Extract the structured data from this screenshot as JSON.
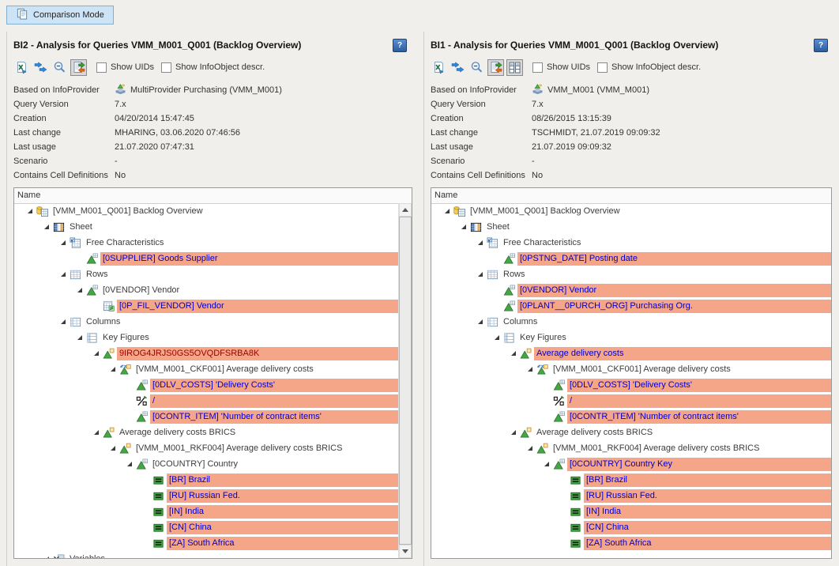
{
  "comparison_mode_label": "Comparison Mode",
  "help_label": "?",
  "colors": {
    "highlight": "#f6a688",
    "blue_text": "#0000cc",
    "red_text": "#a00000",
    "button_blue": "#cde3f6"
  },
  "panels": [
    {
      "system": "BI2",
      "title": "BI2 - Analysis for Queries VMM_M001_Q001 (Backlog Overview)",
      "toolbar": {
        "buttons": [
          {
            "name": "export-to-excel",
            "icon": "excel",
            "pressed": false
          },
          {
            "name": "transfer",
            "icon": "swap",
            "pressed": false
          },
          {
            "name": "detail-search",
            "icon": "magnifier",
            "pressed": false
          },
          {
            "name": "comparison",
            "icon": "compare",
            "pressed": true
          }
        ],
        "show_uids_label": "Show UIDs",
        "show_infoobject_label": "Show InfoObject descr."
      },
      "info": [
        {
          "label": "Based on InfoProvider",
          "value": "MultiProvider Purchasing (VMM_M001)",
          "icon": "infoprovider"
        },
        {
          "label": "Query Version",
          "value": "7.x"
        },
        {
          "label": "Creation",
          "value": "04/20/2014 15:47:45"
        },
        {
          "label": "Last change",
          "value": "MHARING, 03.06.2020 07:46:56"
        },
        {
          "label": "Last usage",
          "value": "21.07.2020 07:47:31"
        },
        {
          "label": "Scenario",
          "value": "-"
        },
        {
          "label": "Contains Cell Definitions",
          "value": "No"
        }
      ],
      "tree": {
        "header": "Name",
        "has_scrollbar": true,
        "rows": [
          {
            "level": 0,
            "expanded": true,
            "icon": "query",
            "text": "[VMM_M001_Q001] Backlog Overview",
            "highlight": false,
            "color": "normal"
          },
          {
            "level": 1,
            "expanded": true,
            "icon": "sheet",
            "text": "Sheet",
            "highlight": false,
            "color": "normal"
          },
          {
            "level": 2,
            "expanded": true,
            "icon": "freechar",
            "text": "Free Characteristics",
            "highlight": false,
            "color": "normal"
          },
          {
            "level": 3,
            "expanded": false,
            "icon": "char",
            "text": "[0SUPPLIER] Goods Supplier",
            "highlight": true,
            "color": "blue"
          },
          {
            "level": 2,
            "expanded": true,
            "icon": "rows",
            "text": "Rows",
            "highlight": false,
            "color": "normal"
          },
          {
            "level": 3,
            "expanded": true,
            "icon": "char",
            "text": "[0VENDOR] Vendor",
            "highlight": false,
            "color": "normal"
          },
          {
            "level": 4,
            "expanded": false,
            "icon": "variable",
            "text": "[0P_FIL_VENDOR] Vendor",
            "highlight": true,
            "color": "blue"
          },
          {
            "level": 2,
            "expanded": true,
            "icon": "columns",
            "text": "Columns",
            "highlight": false,
            "color": "normal"
          },
          {
            "level": 3,
            "expanded": true,
            "icon": "keyfigures",
            "text": "Key Figures",
            "highlight": false,
            "color": "normal"
          },
          {
            "level": 4,
            "expanded": true,
            "icon": "structure",
            "text": "9IROG4JRJS0GS5OVQDFSRBA8K",
            "highlight": true,
            "color": "red"
          },
          {
            "level": 5,
            "expanded": true,
            "icon": "formula",
            "text": "[VMM_M001_CKF001] Average delivery costs",
            "highlight": false,
            "color": "normal"
          },
          {
            "level": 6,
            "expanded": false,
            "icon": "kf",
            "text": "[0DLV_COSTS] 'Delivery Costs'",
            "highlight": true,
            "color": "blue"
          },
          {
            "level": 6,
            "expanded": false,
            "icon": "operator",
            "text": "/",
            "highlight": true,
            "color": "blue"
          },
          {
            "level": 6,
            "expanded": false,
            "icon": "kf",
            "text": "[0CONTR_ITEM] 'Number of contract items'",
            "highlight": true,
            "color": "blue"
          },
          {
            "level": 4,
            "expanded": true,
            "icon": "structure",
            "text": "Average delivery costs BRICS",
            "highlight": false,
            "color": "normal"
          },
          {
            "level": 5,
            "expanded": true,
            "icon": "structure",
            "text": "[VMM_M001_RKF004] Average delivery costs BRICS",
            "highlight": false,
            "color": "normal"
          },
          {
            "level": 6,
            "expanded": true,
            "icon": "kf",
            "text": "[0COUNTRY] Country",
            "highlight": false,
            "color": "normal"
          },
          {
            "level": 7,
            "expanded": false,
            "icon": "value",
            "text": "[BR] Brazil",
            "highlight": true,
            "color": "blue"
          },
          {
            "level": 7,
            "expanded": false,
            "icon": "value",
            "text": "[RU] Russian Fed.",
            "highlight": true,
            "color": "blue"
          },
          {
            "level": 7,
            "expanded": false,
            "icon": "value",
            "text": "[IN] India",
            "highlight": true,
            "color": "blue"
          },
          {
            "level": 7,
            "expanded": false,
            "icon": "value",
            "text": "[CN] China",
            "highlight": true,
            "color": "blue"
          },
          {
            "level": 7,
            "expanded": false,
            "icon": "value",
            "text": "[ZA] South Africa",
            "highlight": true,
            "color": "blue"
          },
          {
            "level": 1,
            "expanded": true,
            "icon": "variables",
            "text": "Variables",
            "highlight": false,
            "color": "normal"
          }
        ]
      }
    },
    {
      "system": "BI1",
      "title": "BI1 - Analysis for Queries VMM_M001_Q001 (Backlog Overview)",
      "toolbar": {
        "buttons": [
          {
            "name": "export-to-excel",
            "icon": "excel",
            "pressed": false
          },
          {
            "name": "transfer",
            "icon": "swap",
            "pressed": false
          },
          {
            "name": "detail-search",
            "icon": "magnifier",
            "pressed": false
          },
          {
            "name": "comparison",
            "icon": "compare",
            "pressed": true
          },
          {
            "name": "cell-view",
            "icon": "grid",
            "pressed": true
          }
        ],
        "show_uids_label": "Show UIDs",
        "show_infoobject_label": "Show InfoObject descr."
      },
      "info": [
        {
          "label": "Based on InfoProvider",
          "value": "VMM_M001 (VMM_M001)",
          "icon": "infoprovider"
        },
        {
          "label": "Query Version",
          "value": "7.x"
        },
        {
          "label": "Creation",
          "value": "08/26/2015 13:15:39"
        },
        {
          "label": "Last change",
          "value": "TSCHMIDT, 21.07.2019 09:09:32"
        },
        {
          "label": "Last usage",
          "value": "21.07.2019 09:09:32"
        },
        {
          "label": "Scenario",
          "value": "-"
        },
        {
          "label": "Contains Cell Definitions",
          "value": "No"
        }
      ],
      "tree": {
        "header": "Name",
        "has_scrollbar": false,
        "rows": [
          {
            "level": 0,
            "expanded": true,
            "icon": "query",
            "text": "[VMM_M001_Q001] Backlog Overview",
            "highlight": false,
            "color": "normal"
          },
          {
            "level": 1,
            "expanded": true,
            "icon": "sheet",
            "text": "Sheet",
            "highlight": false,
            "color": "normal"
          },
          {
            "level": 2,
            "expanded": true,
            "icon": "freechar",
            "text": "Free Characteristics",
            "highlight": false,
            "color": "normal"
          },
          {
            "level": 3,
            "expanded": false,
            "icon": "char",
            "text": "[0PSTNG_DATE] Posting date",
            "highlight": true,
            "color": "blue"
          },
          {
            "level": 2,
            "expanded": true,
            "icon": "rows",
            "text": "Rows",
            "highlight": false,
            "color": "normal"
          },
          {
            "level": 3,
            "expanded": false,
            "icon": "char",
            "text": "[0VENDOR] Vendor",
            "highlight": true,
            "color": "blue"
          },
          {
            "level": 3,
            "expanded": false,
            "icon": "char",
            "text": "[0PLANT__0PURCH_ORG] Purchasing Org.",
            "highlight": true,
            "color": "blue"
          },
          {
            "level": 2,
            "expanded": true,
            "icon": "columns",
            "text": "Columns",
            "highlight": false,
            "color": "normal"
          },
          {
            "level": 3,
            "expanded": true,
            "icon": "keyfigures",
            "text": "Key Figures",
            "highlight": false,
            "color": "normal"
          },
          {
            "level": 4,
            "expanded": true,
            "icon": "structure",
            "text": "Average delivery costs",
            "highlight": true,
            "color": "blue"
          },
          {
            "level": 5,
            "expanded": true,
            "icon": "formula",
            "text": "[VMM_M001_CKF001] Average delivery costs",
            "highlight": false,
            "color": "normal"
          },
          {
            "level": 6,
            "expanded": false,
            "icon": "kf",
            "text": "[0DLV_COSTS] 'Delivery Costs'",
            "highlight": true,
            "color": "blue"
          },
          {
            "level": 6,
            "expanded": false,
            "icon": "operator",
            "text": "/",
            "highlight": true,
            "color": "blue"
          },
          {
            "level": 6,
            "expanded": false,
            "icon": "kf",
            "text": "[0CONTR_ITEM] 'Number of contract items'",
            "highlight": true,
            "color": "blue"
          },
          {
            "level": 4,
            "expanded": true,
            "icon": "structure",
            "text": "Average delivery costs BRICS",
            "highlight": false,
            "color": "normal"
          },
          {
            "level": 5,
            "expanded": true,
            "icon": "structure",
            "text": "[VMM_M001_RKF004] Average delivery costs BRICS",
            "highlight": false,
            "color": "normal"
          },
          {
            "level": 6,
            "expanded": true,
            "icon": "kf",
            "text": "[0COUNTRY] Country Key",
            "highlight": true,
            "color": "blue"
          },
          {
            "level": 7,
            "expanded": false,
            "icon": "value",
            "text": "[BR] Brazil",
            "highlight": true,
            "color": "blue"
          },
          {
            "level": 7,
            "expanded": false,
            "icon": "value",
            "text": "[RU] Russian Fed.",
            "highlight": true,
            "color": "blue"
          },
          {
            "level": 7,
            "expanded": false,
            "icon": "value",
            "text": "[IN] India",
            "highlight": true,
            "color": "blue"
          },
          {
            "level": 7,
            "expanded": false,
            "icon": "value",
            "text": "[CN] China",
            "highlight": true,
            "color": "blue"
          },
          {
            "level": 7,
            "expanded": false,
            "icon": "value",
            "text": "[ZA] South Africa",
            "highlight": true,
            "color": "blue"
          }
        ]
      }
    }
  ]
}
